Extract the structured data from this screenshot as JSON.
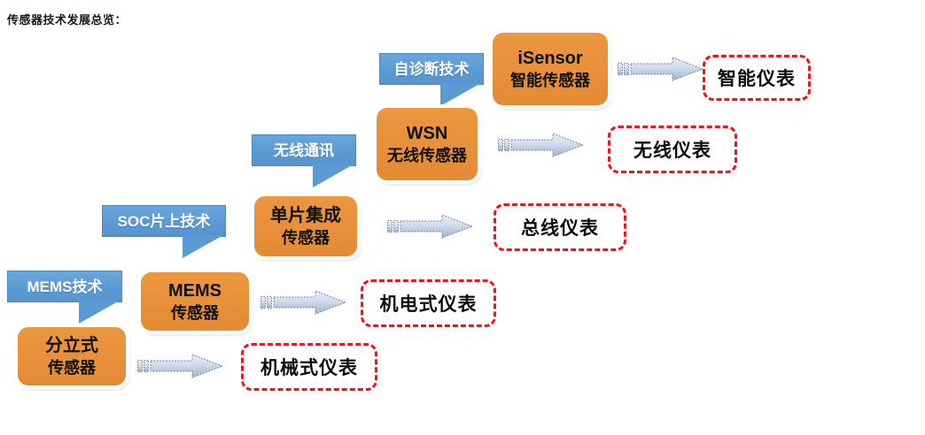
{
  "title": "传感器技术发展总览：",
  "colors": {
    "callout_blue": "#5B9BD5",
    "sensor_orange": "#E8903A",
    "result_red": "#FC0D1B",
    "arrow_blue": "#AFC4DE",
    "text_dark": "#111111",
    "background": "#FFFFFF"
  },
  "levels": [
    {
      "id": "smart",
      "technology": "自诊断技术",
      "sensor_line1": "iSensor",
      "sensor_line2": "智能传感器",
      "result": "智能仪表"
    },
    {
      "id": "wireless",
      "technology": "无线通讯",
      "sensor_line1": "WSN",
      "sensor_line2": "无线传感器",
      "result": "无线仪表"
    },
    {
      "id": "soc",
      "technology": "SOC片上技术",
      "sensor_line1": "单片集成",
      "sensor_line2": "传感器",
      "result": "总线仪表"
    },
    {
      "id": "mems",
      "technology": "MEMS技术",
      "sensor_line1": "MEMS",
      "sensor_line2": "传感器",
      "result": "机电式仪表"
    },
    {
      "id": "discrete",
      "technology": "",
      "sensor_line1": "分立式",
      "sensor_line2": "传感器",
      "result": "机械式仪表"
    }
  ],
  "icons": {
    "arrow": "block-arrow-icon",
    "callout_tail": "callout-tail-icon"
  }
}
